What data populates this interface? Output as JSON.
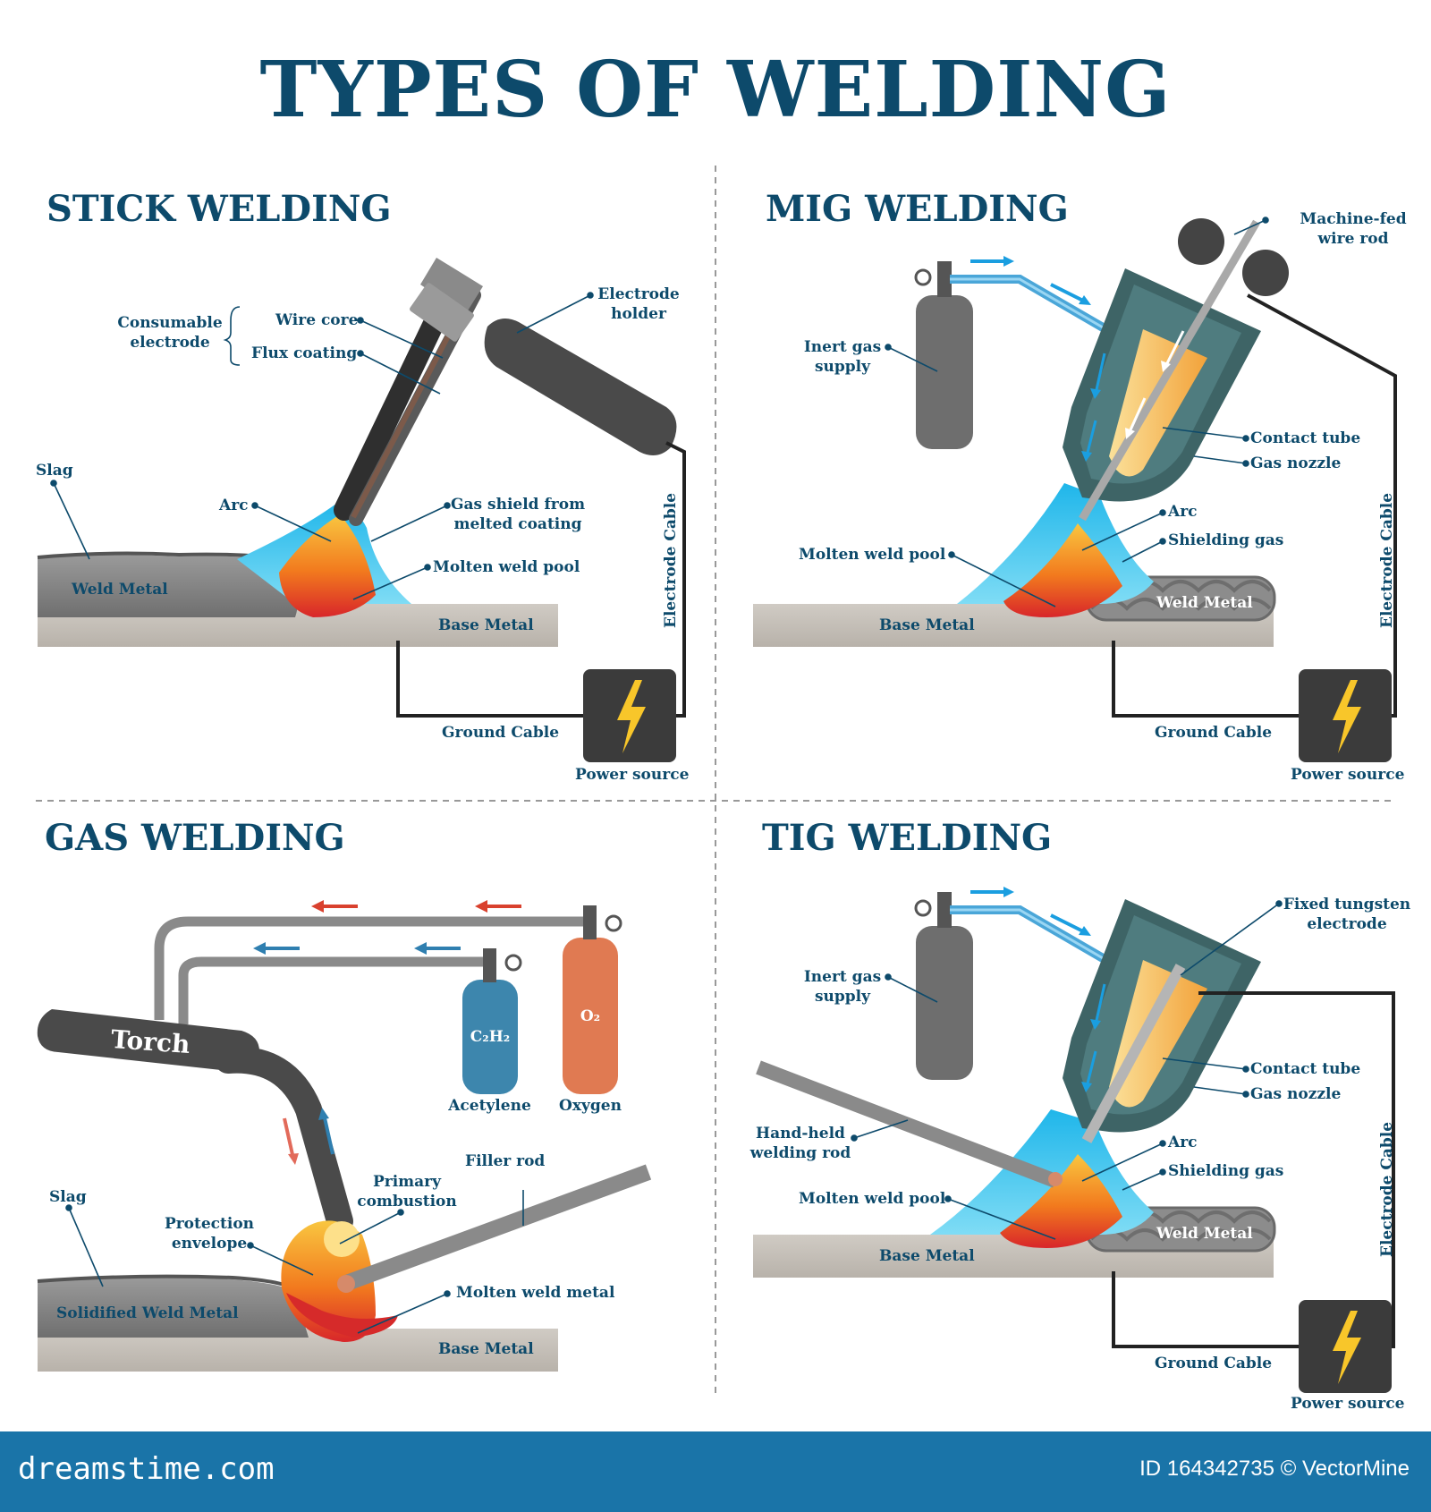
{
  "title": "TYPES OF WELDING",
  "colors": {
    "navy": "#0d4a6b",
    "gray_dark": "#4a4a4a",
    "gray_mid": "#8a8a8a",
    "cyan": "#29c4ef",
    "orange": "#f58a1f",
    "red": "#d62a2a",
    "yellow": "#f6c344",
    "nozzle": "#3e6466",
    "oxygen": "#e07a52",
    "acetylene": "#3d86ad",
    "footer": "#1a74a8"
  },
  "stick": {
    "title": "STICK WELDING",
    "consumable_electrode": [
      "Consumable",
      "electrode"
    ],
    "wire_core": "Wire core",
    "flux_coating": "Flux coating",
    "electrode_holder": [
      "Electrode",
      "holder"
    ],
    "slag": "Slag",
    "arc": "Arc",
    "gas_shield": [
      "Gas shield from",
      "melted coating"
    ],
    "molten_weld_pool": "Molten weld pool",
    "weld_metal": "Weld Metal",
    "base_metal": "Base Metal",
    "electrode_cable": "Electrode Cable",
    "ground_cable": "Ground Cable",
    "power_source": "Power source"
  },
  "mig": {
    "title": "MIG WELDING",
    "machine_fed": [
      "Machine-fed",
      "wire rod"
    ],
    "inert_gas": [
      "Inert gas",
      "supply"
    ],
    "contact_tube": "Contact tube",
    "gas_nozzle": "Gas nozzle",
    "arc": "Arc",
    "shielding_gas": "Shielding gas",
    "molten_weld_pool": "Molten weld pool",
    "weld_metal": "Weld Metal",
    "base_metal": "Base Metal",
    "electrode_cable": "Electrode Cable",
    "ground_cable": "Ground Cable",
    "power_source": "Power source"
  },
  "gas": {
    "title": "GAS WELDING",
    "torch": "Torch",
    "c2h2": "C₂H₂",
    "o2": "O₂",
    "acetylene": "Acetylene",
    "oxygen": "Oxygen",
    "filler_rod": "Filler rod",
    "primary_combustion": [
      "Primary",
      "combustion"
    ],
    "slag": "Slag",
    "protection_envelope": [
      "Protection",
      "envelope"
    ],
    "solidified_weld_metal": "Solidified Weld Metal",
    "molten_weld_metal": "Molten weld metal",
    "base_metal": "Base Metal"
  },
  "tig": {
    "title": "TIG WELDING",
    "fixed_tungsten": [
      "Fixed tungsten",
      "electrode"
    ],
    "inert_gas": [
      "Inert gas",
      "supply"
    ],
    "contact_tube": "Contact tube",
    "gas_nozzle": "Gas nozzle",
    "hand_held": [
      "Hand-held",
      "welding rod"
    ],
    "arc": "Arc",
    "shielding_gas": "Shielding gas",
    "molten_weld_pool": "Molten weld pool",
    "weld_metal": "Weld Metal",
    "base_metal": "Base Metal",
    "electrode_cable": "Electrode Cable",
    "ground_cable": "Ground Cable",
    "power_source": "Power source"
  },
  "footer": {
    "site": "dreamstime.com",
    "id": "ID 164342735 © VectorMine"
  }
}
